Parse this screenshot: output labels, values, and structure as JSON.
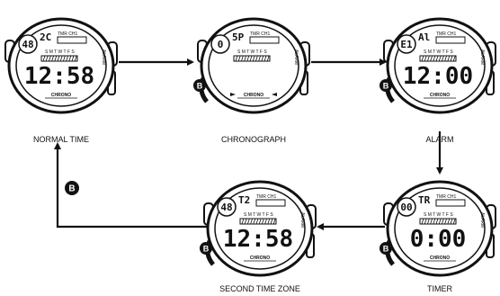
{
  "watches": [
    {
      "id": "normal",
      "caption": "NORMAL TIME",
      "left_small": "48",
      "top_main": "2C",
      "time": "12:58",
      "chrono_label": "CHRONO",
      "days": "S M T W T F S",
      "tmr_ch1": "TMR  CH1",
      "side_label": "ALARM",
      "button": "B"
    },
    {
      "id": "chrono",
      "caption": "CHRONOGRAPH",
      "left_small": "0",
      "top_main": "5P",
      "time": "",
      "chrono_label": "CHRONO",
      "days": "S M T W T F S",
      "tmr_ch1": "TMR  CH1",
      "side_label": "ALARM",
      "button": "B"
    },
    {
      "id": "alarm",
      "caption": "ALARM",
      "left_small": "E1",
      "top_main": "Al",
      "time": "12:00",
      "chrono_label": "CHRONO",
      "days": "S M T W T F S",
      "tmr_ch1": "TMR  CH1",
      "side_label": "ALARM",
      "button": "B"
    },
    {
      "id": "timer",
      "caption": "TIMER",
      "left_small": "00",
      "top_main": "TR",
      "time": "0:00",
      "chrono_label": "CHRONO",
      "days": "S M T W T F S",
      "tmr_ch1": "TMR  CH1",
      "side_label": "ALARM",
      "button": "B"
    },
    {
      "id": "second",
      "caption": "SECOND TIME ZONE",
      "left_small": "48",
      "top_main": "T2",
      "time": "12:58",
      "chrono_label": "CHRONO",
      "days": "S M T W T F S",
      "tmr_ch1": "TMR  CH1",
      "side_label": "ALARM",
      "button": "B"
    }
  ],
  "return_button": "B",
  "colors": {
    "ink": "#111111",
    "lcd_bg": "#ffffff"
  }
}
